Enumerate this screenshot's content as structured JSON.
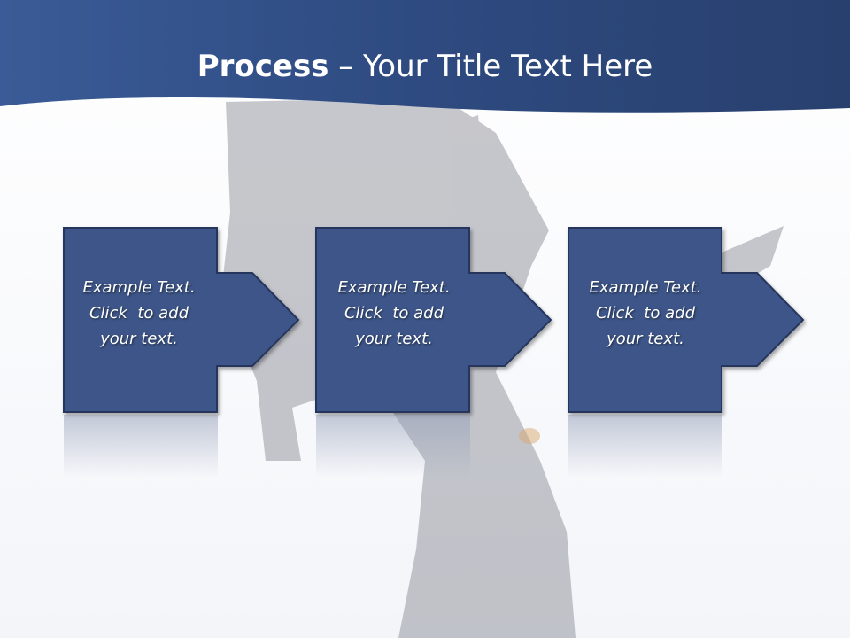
{
  "slide": {
    "title_bold": "Process",
    "title_rest": " – Your Title Text Here"
  },
  "steps": [
    {
      "line1": "Example Text.",
      "line2": "Click  to add",
      "line3": "your text."
    },
    {
      "line1": "Example Text.",
      "line2": "Click  to add",
      "line3": "your text."
    },
    {
      "line1": "Example Text.",
      "line2": "Click  to add",
      "line3": "your text."
    }
  ],
  "colors": {
    "header_dark": "#28406e",
    "header_light": "#3a5b97",
    "box_fill": "#3c5488",
    "box_stroke": "#26365c",
    "text": "#ffffff"
  }
}
